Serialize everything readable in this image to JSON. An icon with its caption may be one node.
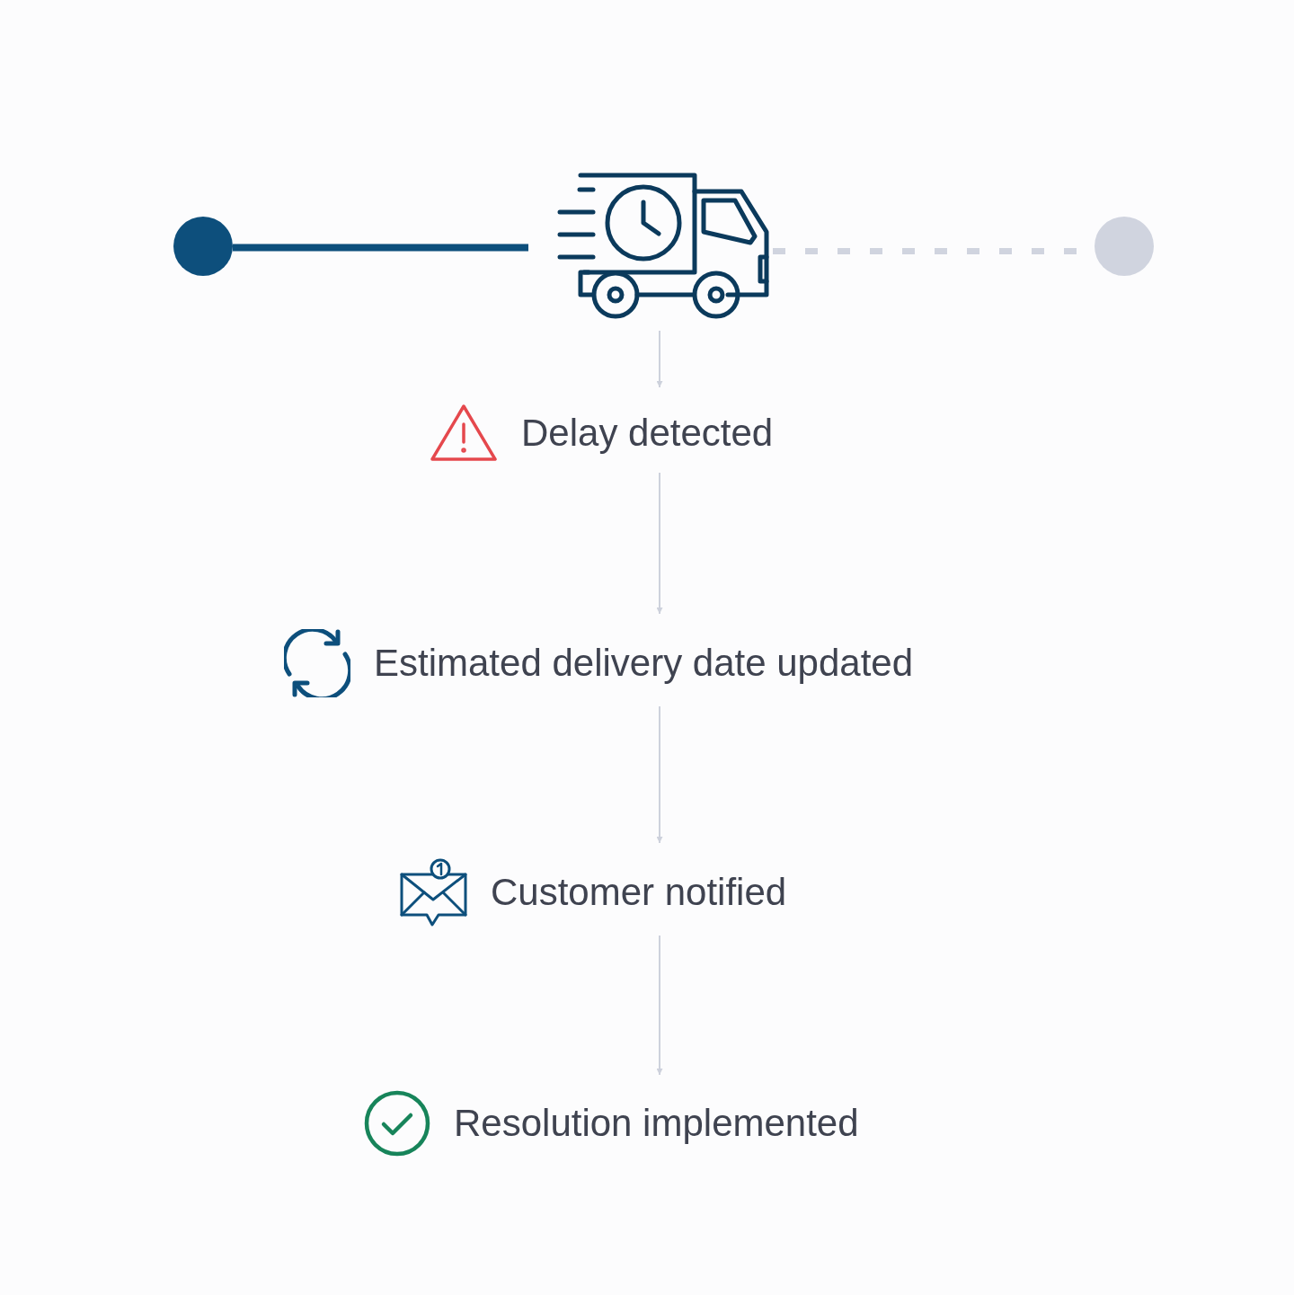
{
  "diagram": {
    "nodes": [
      {
        "text": [],
        "shape": "circle"
      },
      {
        "text": [],
        "shape": "truck"
      },
      {
        "text": [],
        "shape": "circle"
      },
      {
        "text": [
          "Delay detected"
        ]
      },
      {
        "text": [
          "Estimated delivery date updated"
        ]
      },
      {
        "text": [
          "Customer notified"
        ]
      },
      {
        "text": [
          "Resolution implemented"
        ]
      }
    ],
    "edges": [
      {
        "from": 0,
        "to": 1,
        "arrow": "none",
        "style": "thick",
        "color": "#0d4f7c"
      },
      {
        "from": 1,
        "to": 2,
        "arrow": "none",
        "style": "dashed",
        "color": "#d0d4df"
      },
      {
        "from": 1,
        "to": 3,
        "arrow": "to"
      },
      {
        "from": 3,
        "to": 4,
        "arrow": "to"
      },
      {
        "from": 4,
        "to": 5,
        "arrow": "to"
      },
      {
        "from": 5,
        "to": 6,
        "arrow": "to"
      }
    ]
  }
}
